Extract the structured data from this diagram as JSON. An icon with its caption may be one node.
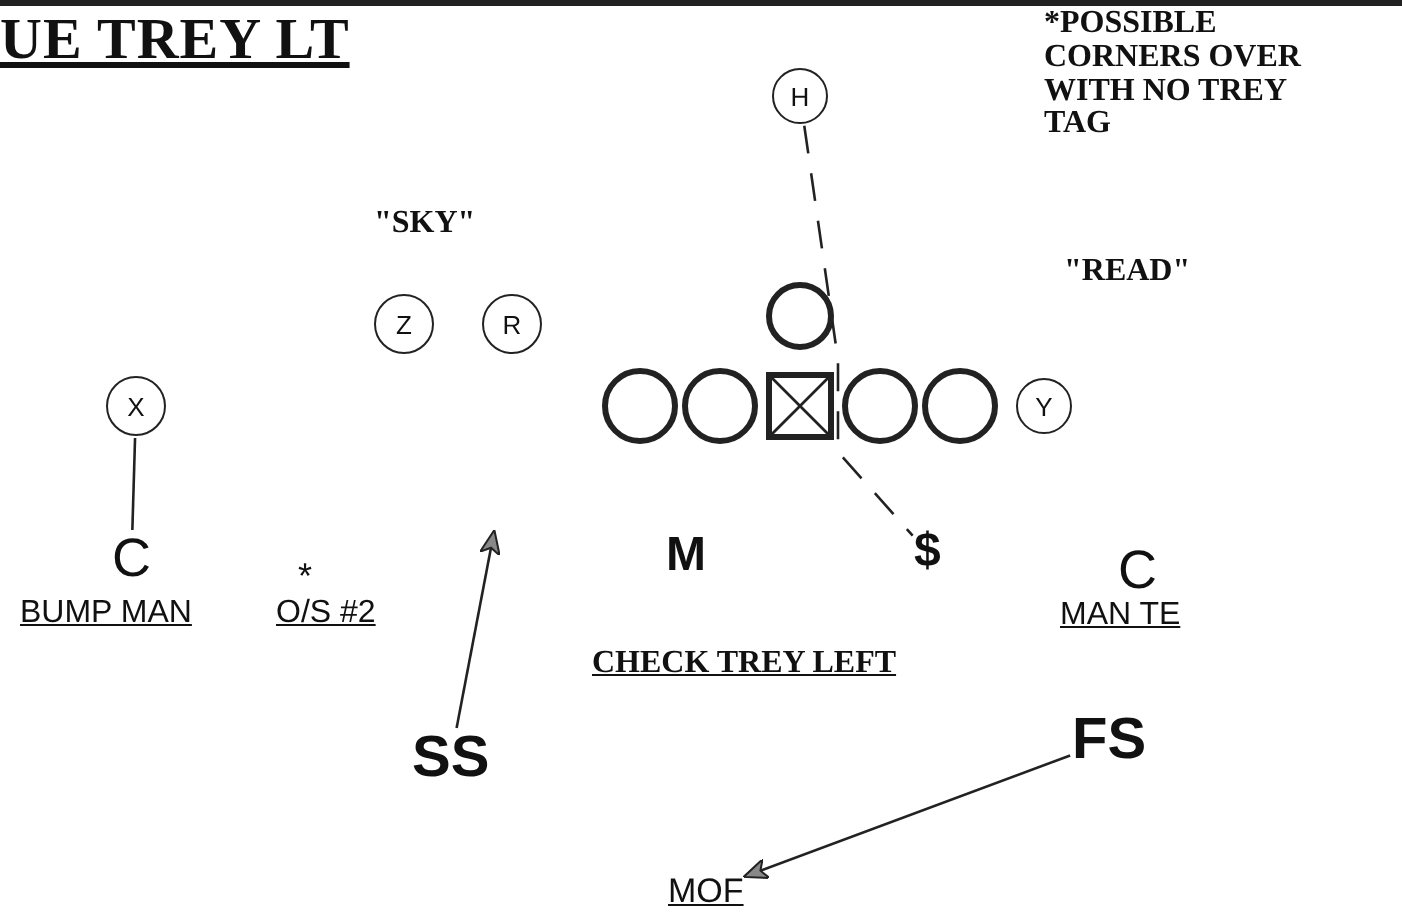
{
  "diagram": {
    "title": "UE TREY LT",
    "nodes": [
      {
        "text": [
          "H"
        ]
      },
      {
        "text": [
          "Z"
        ]
      },
      {
        "text": [
          "R"
        ]
      },
      {
        "text": [],
        "shape": "circle"
      },
      {
        "text": [
          "X"
        ]
      },
      {
        "text": [],
        "shape": "circle"
      },
      {
        "text": [],
        "shape": "circle"
      },
      {
        "text": [],
        "shape": "box"
      },
      {
        "text": [],
        "shape": "circle"
      },
      {
        "text": [],
        "shape": "circle"
      },
      {
        "text": [
          "Y"
        ]
      },
      {
        "text": [
          "C"
        ],
        "beside": [
          "BUMP MAN"
        ]
      },
      {
        "text": [
          "M"
        ]
      },
      {
        "text": [
          "$"
        ]
      },
      {
        "text": [
          "C"
        ],
        "beside": [
          "MAN TE"
        ]
      },
      {
        "text": [
          "SS"
        ]
      },
      {
        "text": [
          "FS"
        ]
      },
      {
        "text": [
          "MOF"
        ]
      }
    ],
    "edges": [
      {
        "from": 0,
        "to": 13,
        "arrow": "none",
        "style": "dashed"
      },
      {
        "from": 4,
        "to": 11,
        "arrow": "none"
      },
      {
        "from": 15,
        "to": null,
        "arrow": "to"
      },
      {
        "from": 16,
        "to": 17,
        "arrow": "to"
      }
    ],
    "labels": [
      "*POSSIBLE CORNERS OVER WITH NO TREY TAG",
      "\"SKY\"",
      "\"READ\"",
      "*",
      "O/S #2",
      "CHECK TREY LEFT"
    ]
  }
}
